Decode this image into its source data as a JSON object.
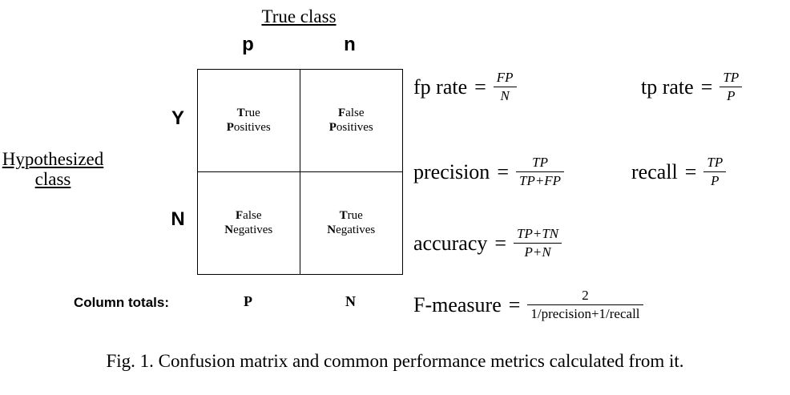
{
  "figure": {
    "true_class_label": "True class",
    "column_headers": {
      "p": "p",
      "n": "n"
    },
    "row_headers": {
      "y": "Y",
      "n": "N"
    },
    "hypothesized_label_line1": "Hypothesized",
    "hypothesized_label_line2": "class",
    "cells": {
      "tp": {
        "line1": "True",
        "line2": "Positives"
      },
      "fp": {
        "line1": "False",
        "line2": "Positives"
      },
      "fn": {
        "line1": "False",
        "line2": "Negatives"
      },
      "tn": {
        "line1": "True",
        "line2": "Negatives"
      }
    },
    "column_totals_label": "Column totals:",
    "totals": {
      "p": "P",
      "n": "N"
    }
  },
  "formulas": [
    {
      "label": "fp rate",
      "eq": "=",
      "num": "FP",
      "den": "N"
    },
    {
      "label": "tp rate",
      "eq": "=",
      "num": "TP",
      "den": "P"
    },
    {
      "label": "precision",
      "eq": "=",
      "num": "TP",
      "den": "TP+FP"
    },
    {
      "label": "recall",
      "eq": "=",
      "num": "TP",
      "den": "P"
    },
    {
      "label": "accuracy",
      "eq": "=",
      "num": "TP+TN",
      "den": "P+N"
    },
    {
      "label": "F-measure",
      "eq": "=",
      "num": "2",
      "den": "1/precision+1/recall"
    }
  ],
  "caption": "Fig. 1. Confusion matrix and common performance metrics calculated from it."
}
